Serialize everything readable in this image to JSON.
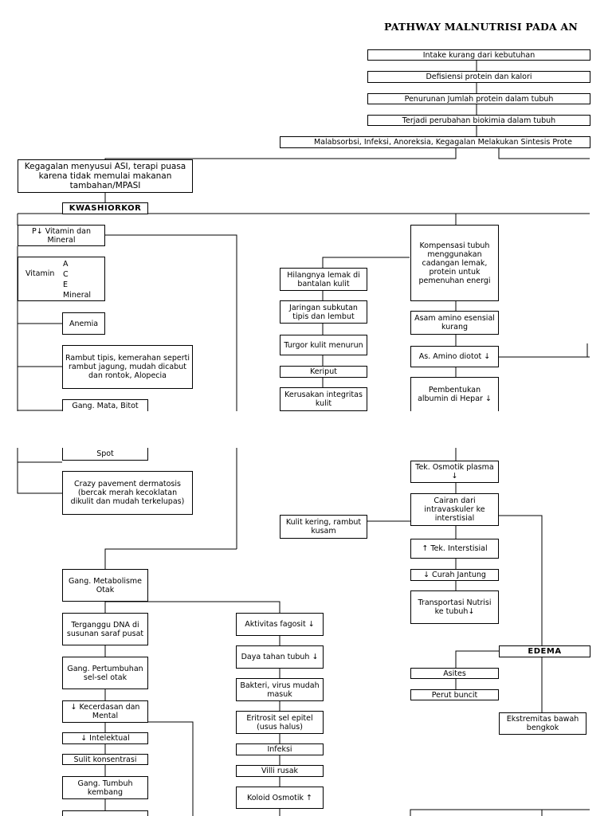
{
  "title": "PATHWAY MALNUTRISI PADA AN",
  "top_chain": [
    "Intake kurang dari kebutuhan",
    "Defisiensi protein dan kalori",
    "Penurunan Jumlah protein dalam tubuh",
    "Terjadi perubahan biokimia dalam tubuh",
    "Malabsorbsi, Infeksi, Anoreksia, Kegagalan Melakukan Sintesis Prote"
  ],
  "cause": "Kegagalan menyusui ASI, terapi puasa karena tidak memulai makanan tambahan/MPASI",
  "kwashiorkor": "KWASHIORKOR",
  "left": {
    "vitamin_mineral": "P↓ Vitamin dan Mineral",
    "vitamin_label": "Vitamin",
    "vitamin_list": [
      "A",
      "C",
      "E",
      "Mineral"
    ],
    "anemia": "Anemia",
    "rambut": "Rambut tipis, kemerahan seperti rambut jagung, mudah dicabut dan rontok, Alopecia",
    "gang_mata_top": "Gang. Mata, Bitot",
    "gang_mata_bottom": "Spot",
    "crazy": "Crazy pavement dermatosis (bercak merah kecoklatan dikulit dan mudah terkelupas)"
  },
  "middle": {
    "hilang_lemak": "Hilangnya lemak di bantalan kulit",
    "jaringan": "Jaringan subkutan tipis dan lembut",
    "turgor": "Turgor kulit menurun",
    "keriput": "Keriput",
    "kerusakan": "Kerusakan integritas kulit",
    "kulit_kering": "Kulit kering, rambut kusam"
  },
  "right": {
    "kompensasi": "Kompensasi tubuh menggunakan cadangan lemak, protein untuk pemenuhan energi",
    "asam_amino": "Asam amino esensial kurang",
    "diotot": "As. Amino diotot ↓",
    "albumin": "Pembentukan albumin di Hepar ↓",
    "osmotik": "Tek. Osmotik plasma ↓",
    "cairan": "Cairan dari intravaskuler ke interstisial",
    "interstisial": "↑ Tek. Interstisial",
    "curah": "↓ Curah Jantung",
    "transportasi": "Transportasi Nutrisi ke tubuh↓",
    "edema": "EDEMA",
    "asites": "Asites",
    "perut": "Perut buncit",
    "ekstremitas": "Ekstremitas bawah bengkok"
  },
  "lower_left": {
    "metabolisme": "Gang. Metabolisme Otak",
    "dna": "Terganggu DNA di susunan saraf pusat",
    "pertumbuhan_otak": "Gang. Pertumbuhan sel-sel otak",
    "kecerdasan": "↓ Kecerdasan dan Mental",
    "intelektual": "↓ Intelektual",
    "konsentrasi": "Sulit konsentrasi",
    "tumbuh_kembang": "Gang. Tumbuh kembang"
  },
  "lower_middle": {
    "fagosit": "Aktivitas fagosit ↓",
    "daya_tahan": "Daya tahan tubuh ↓",
    "bakteri": "Bakteri, virus mudah masuk",
    "eritrosit": "Eritrosit sel epitel (usus halus)",
    "infeksi": "Infeksi",
    "villi": "Villi rusak",
    "koloid": "Koloid Osmotik ↑"
  }
}
